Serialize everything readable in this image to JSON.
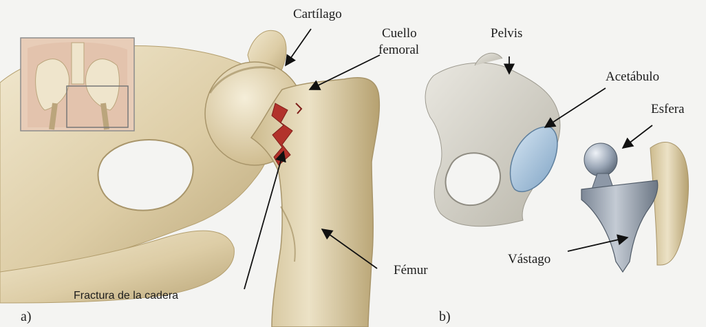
{
  "panel_a": {
    "tag": "a)",
    "labels": {
      "cartilage": "Cartílago",
      "neck_line1": "Cuello",
      "neck_line2": "femoral",
      "femur": "Fémur",
      "fracture": "Fractura de la cadera"
    }
  },
  "panel_b": {
    "tag": "b)",
    "labels": {
      "pelvis": "Pelvis",
      "acetabulum": "Acetábulo",
      "sphere": "Esfera",
      "stem": "Vástago"
    }
  },
  "colors": {
    "bone_light": "#ece2c6",
    "bone_mid": "#d9c9a0",
    "bone_dark": "#a8956a",
    "fracture": "#b2322b",
    "implant_metal": "#9aa6b6",
    "implant_blue": "#a8c6e0",
    "skin": "#e3c3ad"
  }
}
